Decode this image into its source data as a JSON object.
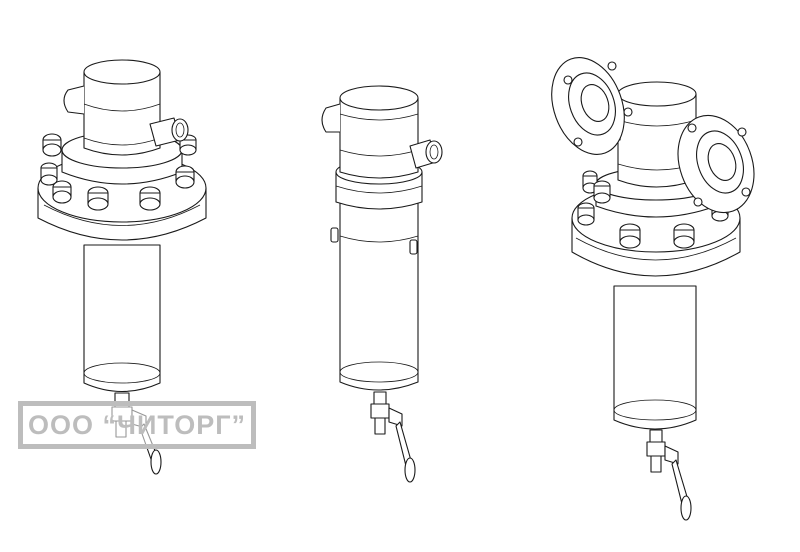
{
  "watermark": {
    "text": "ООО “ЧИТОРГ”",
    "color": "#bdbdbd"
  },
  "figures": [
    {
      "id": "filter-flanged-cover",
      "icon": "filter-housing-with-bolted-cover"
    },
    {
      "id": "filter-slim",
      "icon": "filter-housing-slim"
    },
    {
      "id": "filter-flanged-ports",
      "icon": "filter-housing-with-flanged-ports"
    }
  ],
  "colors": {
    "line": "#1a1a1a",
    "background": "#ffffff"
  }
}
